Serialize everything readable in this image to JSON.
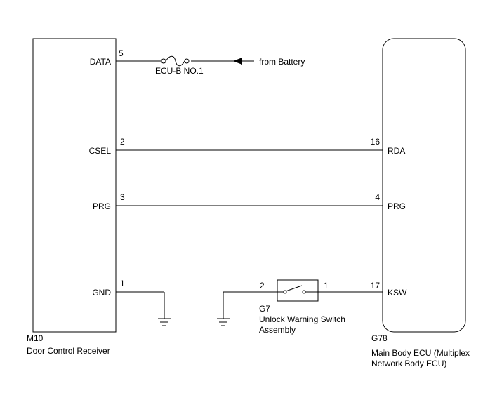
{
  "door_receiver": {
    "connector": "M10",
    "name": "Door Control Receiver",
    "pins": [
      {
        "label": "DATA",
        "pin": "5"
      },
      {
        "label": "CSEL",
        "pin": "2"
      },
      {
        "label": "PRG",
        "pin": "3"
      },
      {
        "label": "GND",
        "pin": "1"
      }
    ]
  },
  "body_ecu": {
    "connector": "G78",
    "name_line1": "Main Body ECU (Multiplex",
    "name_line2": "Network Body ECU)",
    "pins": [
      {
        "label": "RDA",
        "pin": "16"
      },
      {
        "label": "PRG",
        "pin": "4"
      },
      {
        "label": "KSW",
        "pin": "17"
      }
    ]
  },
  "fuse": {
    "label": "ECU-B NO.1"
  },
  "battery": {
    "label": "from Battery"
  },
  "switch": {
    "connector": "G7",
    "name_line1": "Unlock Warning Switch",
    "name_line2": "Assembly",
    "pin_left": "2",
    "pin_right": "1"
  }
}
